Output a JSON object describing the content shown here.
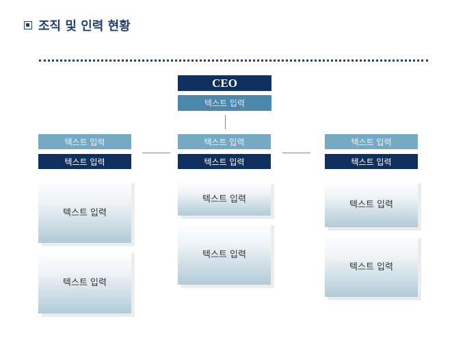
{
  "title": "조직 및 인력 현황",
  "ceo": {
    "label": "CEO",
    "sub": "텍스트 입력"
  },
  "columns": [
    {
      "top": "텍스트 입력",
      "bottom": "텍스트 입력",
      "cards": [
        "텍스트 입력",
        "텍스트 입력"
      ]
    },
    {
      "top": "텍스트 입력",
      "bottom": "텍스트 입력",
      "cards": [
        "텍스트 입력",
        "텍스트 입력"
      ]
    },
    {
      "top": "텍스트 입력",
      "bottom": "텍스트 입력",
      "cards": [
        "텍스트 입력",
        "텍스트 입력"
      ]
    }
  ]
}
